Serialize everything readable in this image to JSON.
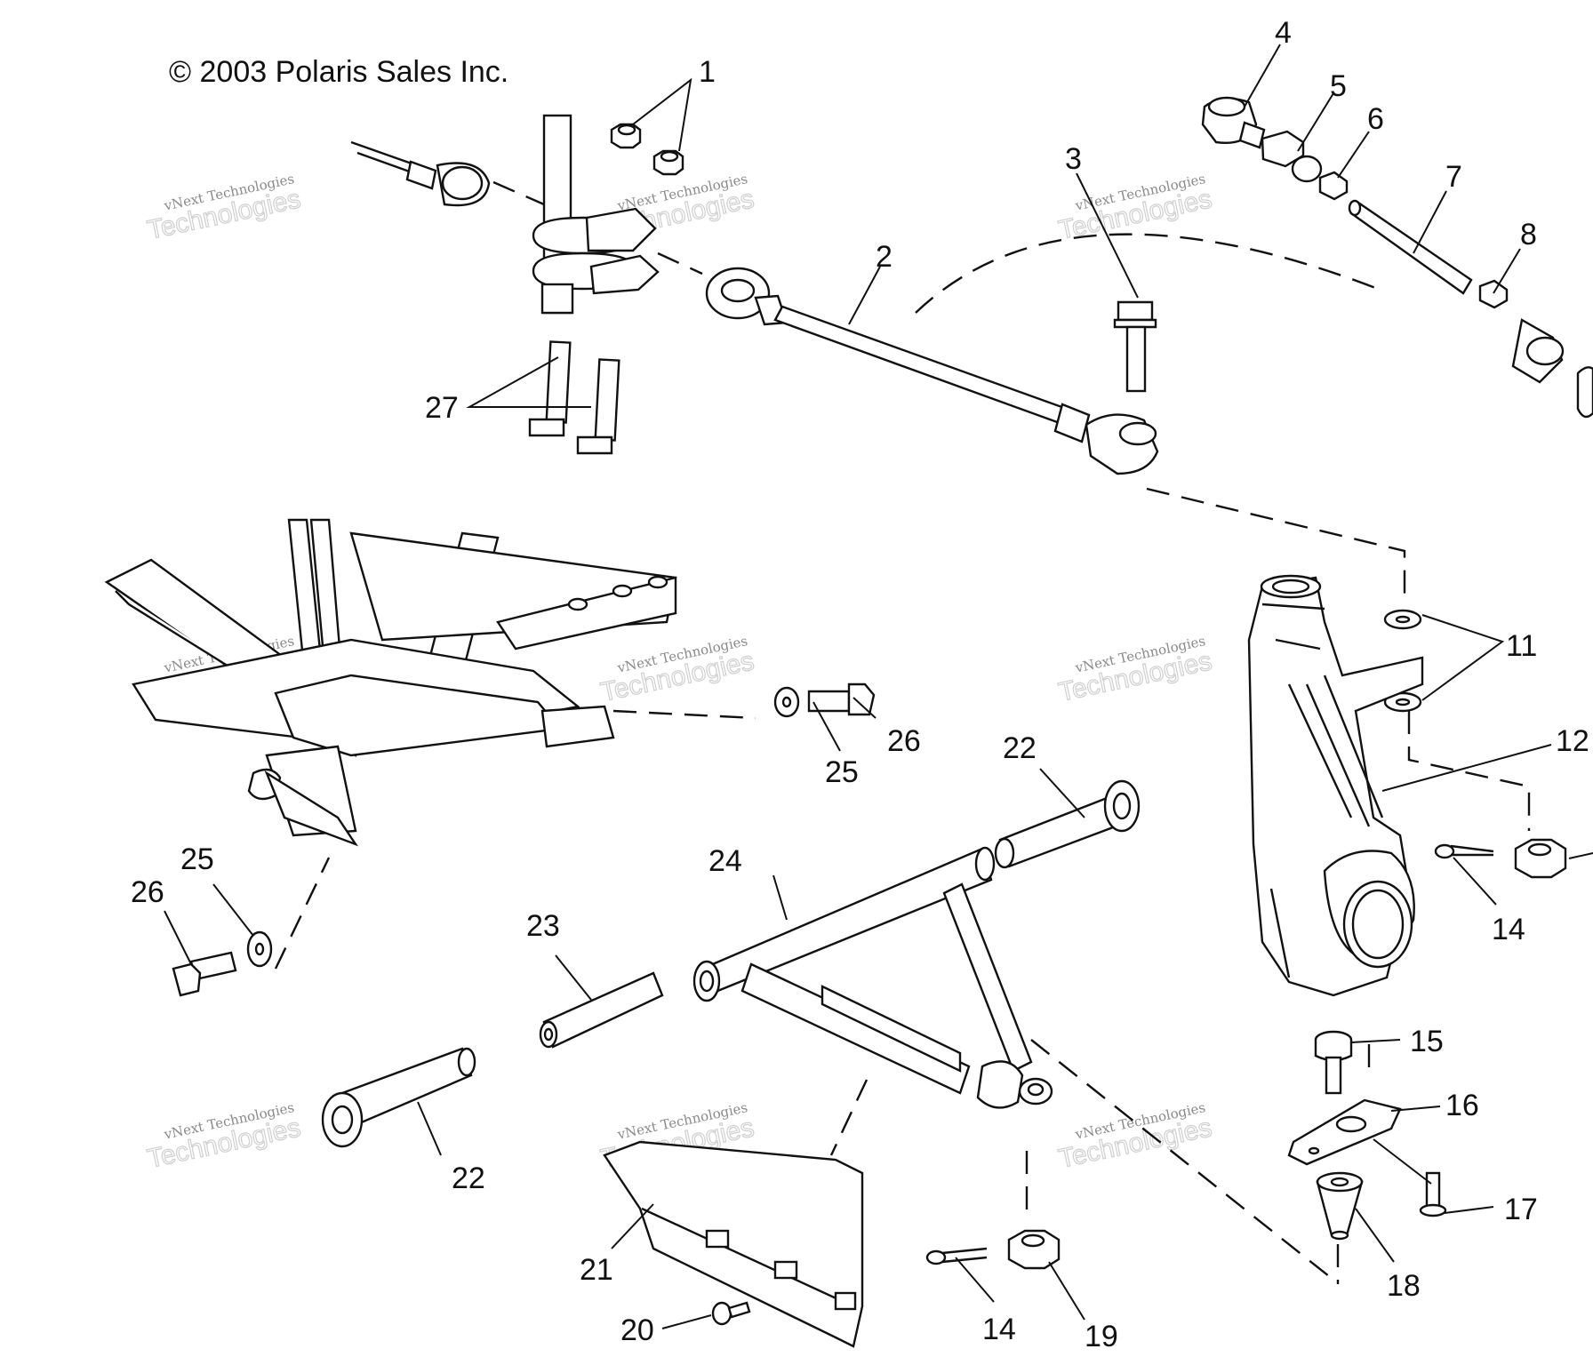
{
  "copyright": "© 2003 Polaris Sales Inc.",
  "watermark": {
    "line1": "vNext Technologies",
    "line2": "Technologies"
  },
  "callouts": [
    {
      "id": "c1",
      "label": "1"
    },
    {
      "id": "c2",
      "label": "2"
    },
    {
      "id": "c3",
      "label": "3"
    },
    {
      "id": "c4",
      "label": "4"
    },
    {
      "id": "c5",
      "label": "5"
    },
    {
      "id": "c6",
      "label": "6"
    },
    {
      "id": "c7",
      "label": "7"
    },
    {
      "id": "c8",
      "label": "8"
    },
    {
      "id": "c11",
      "label": "11"
    },
    {
      "id": "c12",
      "label": "12"
    },
    {
      "id": "c14a",
      "label": "14"
    },
    {
      "id": "c14b",
      "label": "14"
    },
    {
      "id": "c15",
      "label": "15"
    },
    {
      "id": "c16",
      "label": "16"
    },
    {
      "id": "c17",
      "label": "17"
    },
    {
      "id": "c18",
      "label": "18"
    },
    {
      "id": "c19",
      "label": "19"
    },
    {
      "id": "c20",
      "label": "20"
    },
    {
      "id": "c21",
      "label": "21"
    },
    {
      "id": "c22a",
      "label": "22"
    },
    {
      "id": "c22b",
      "label": "22"
    },
    {
      "id": "c23",
      "label": "23"
    },
    {
      "id": "c24",
      "label": "24"
    },
    {
      "id": "c25a",
      "label": "25"
    },
    {
      "id": "c25b",
      "label": "25"
    },
    {
      "id": "c26a",
      "label": "26"
    },
    {
      "id": "c26b",
      "label": "26"
    },
    {
      "id": "c27",
      "label": "27"
    }
  ]
}
